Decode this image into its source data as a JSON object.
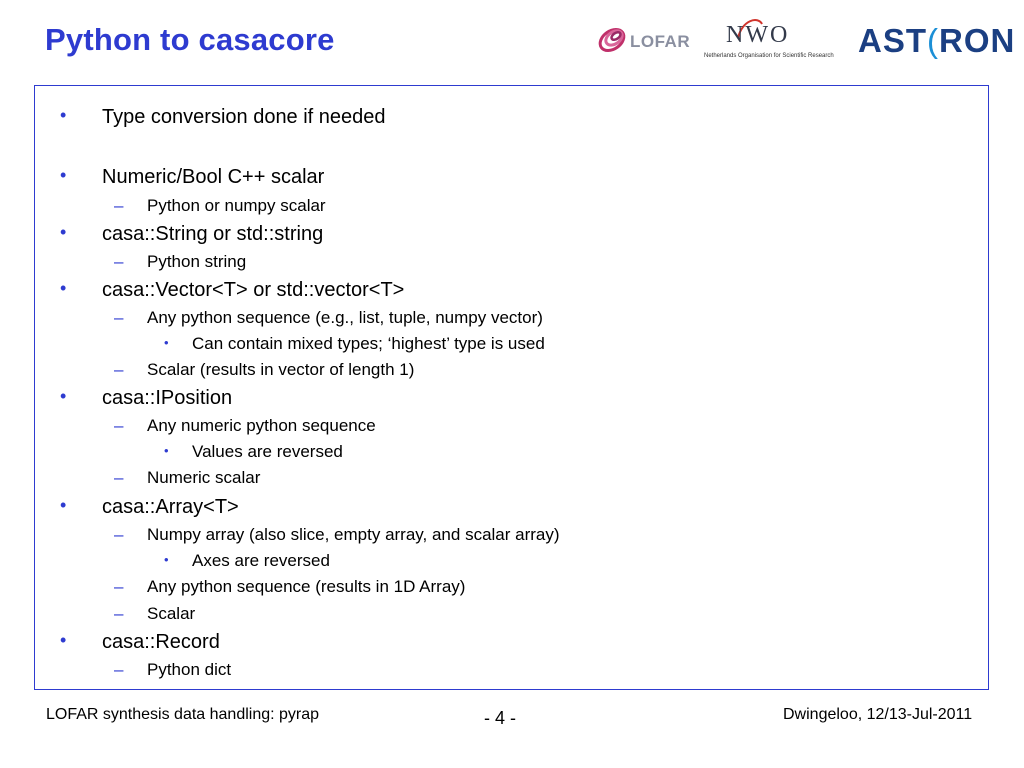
{
  "slide": {
    "title": "Python to casacore"
  },
  "logos": {
    "lofar": "LOFAR",
    "nwo": "NWO",
    "nwo_sub": "Netherlands Organisation for Scientific Research",
    "astron_a": "AST",
    "astron_paren": "(",
    "astron_b": "RON"
  },
  "bullets": [
    {
      "level": 1,
      "text": "Type conversion done if needed"
    },
    {
      "level": 1,
      "text": "Numeric/Bool C++ scalar"
    },
    {
      "level": 2,
      "text": "Python or numpy scalar"
    },
    {
      "level": 1,
      "text": "casa::String or std::string"
    },
    {
      "level": 2,
      "text": "Python string"
    },
    {
      "level": 1,
      "text": "casa::Vector<T> or std::vector<T>"
    },
    {
      "level": 2,
      "text": "Any python sequence (e.g., list, tuple, numpy vector)"
    },
    {
      "level": 3,
      "text": "Can contain mixed types; ‘highest’ type is used"
    },
    {
      "level": 2,
      "text": "Scalar (results in vector of length 1)"
    },
    {
      "level": 1,
      "text": "casa::IPosition"
    },
    {
      "level": 2,
      "text": "Any numeric python sequence"
    },
    {
      "level": 3,
      "text": "Values are reversed"
    },
    {
      "level": 2,
      "text": "Numeric scalar"
    },
    {
      "level": 1,
      "text": "casa::Array<T>"
    },
    {
      "level": 2,
      "text": "Numpy array (also slice, empty array, and scalar array)"
    },
    {
      "level": 3,
      "text": "Axes are reversed"
    },
    {
      "level": 2,
      "text": "Any python sequence (results in 1D Array)"
    },
    {
      "level": 2,
      "text": "Scalar"
    },
    {
      "level": 1,
      "text": "casa::Record"
    },
    {
      "level": 2,
      "text": "Python dict"
    }
  ],
  "markers": {
    "l1": "•",
    "l2": "–",
    "l3": "•"
  },
  "footer": {
    "left": "LOFAR synthesis data handling: pyrap",
    "center": "- 4 -",
    "right": "Dwingeloo, 12/13-Jul-2011"
  },
  "colors": {
    "title": "#2e3bd0",
    "border": "#2e3bd0",
    "astron": "#1b3f82"
  }
}
